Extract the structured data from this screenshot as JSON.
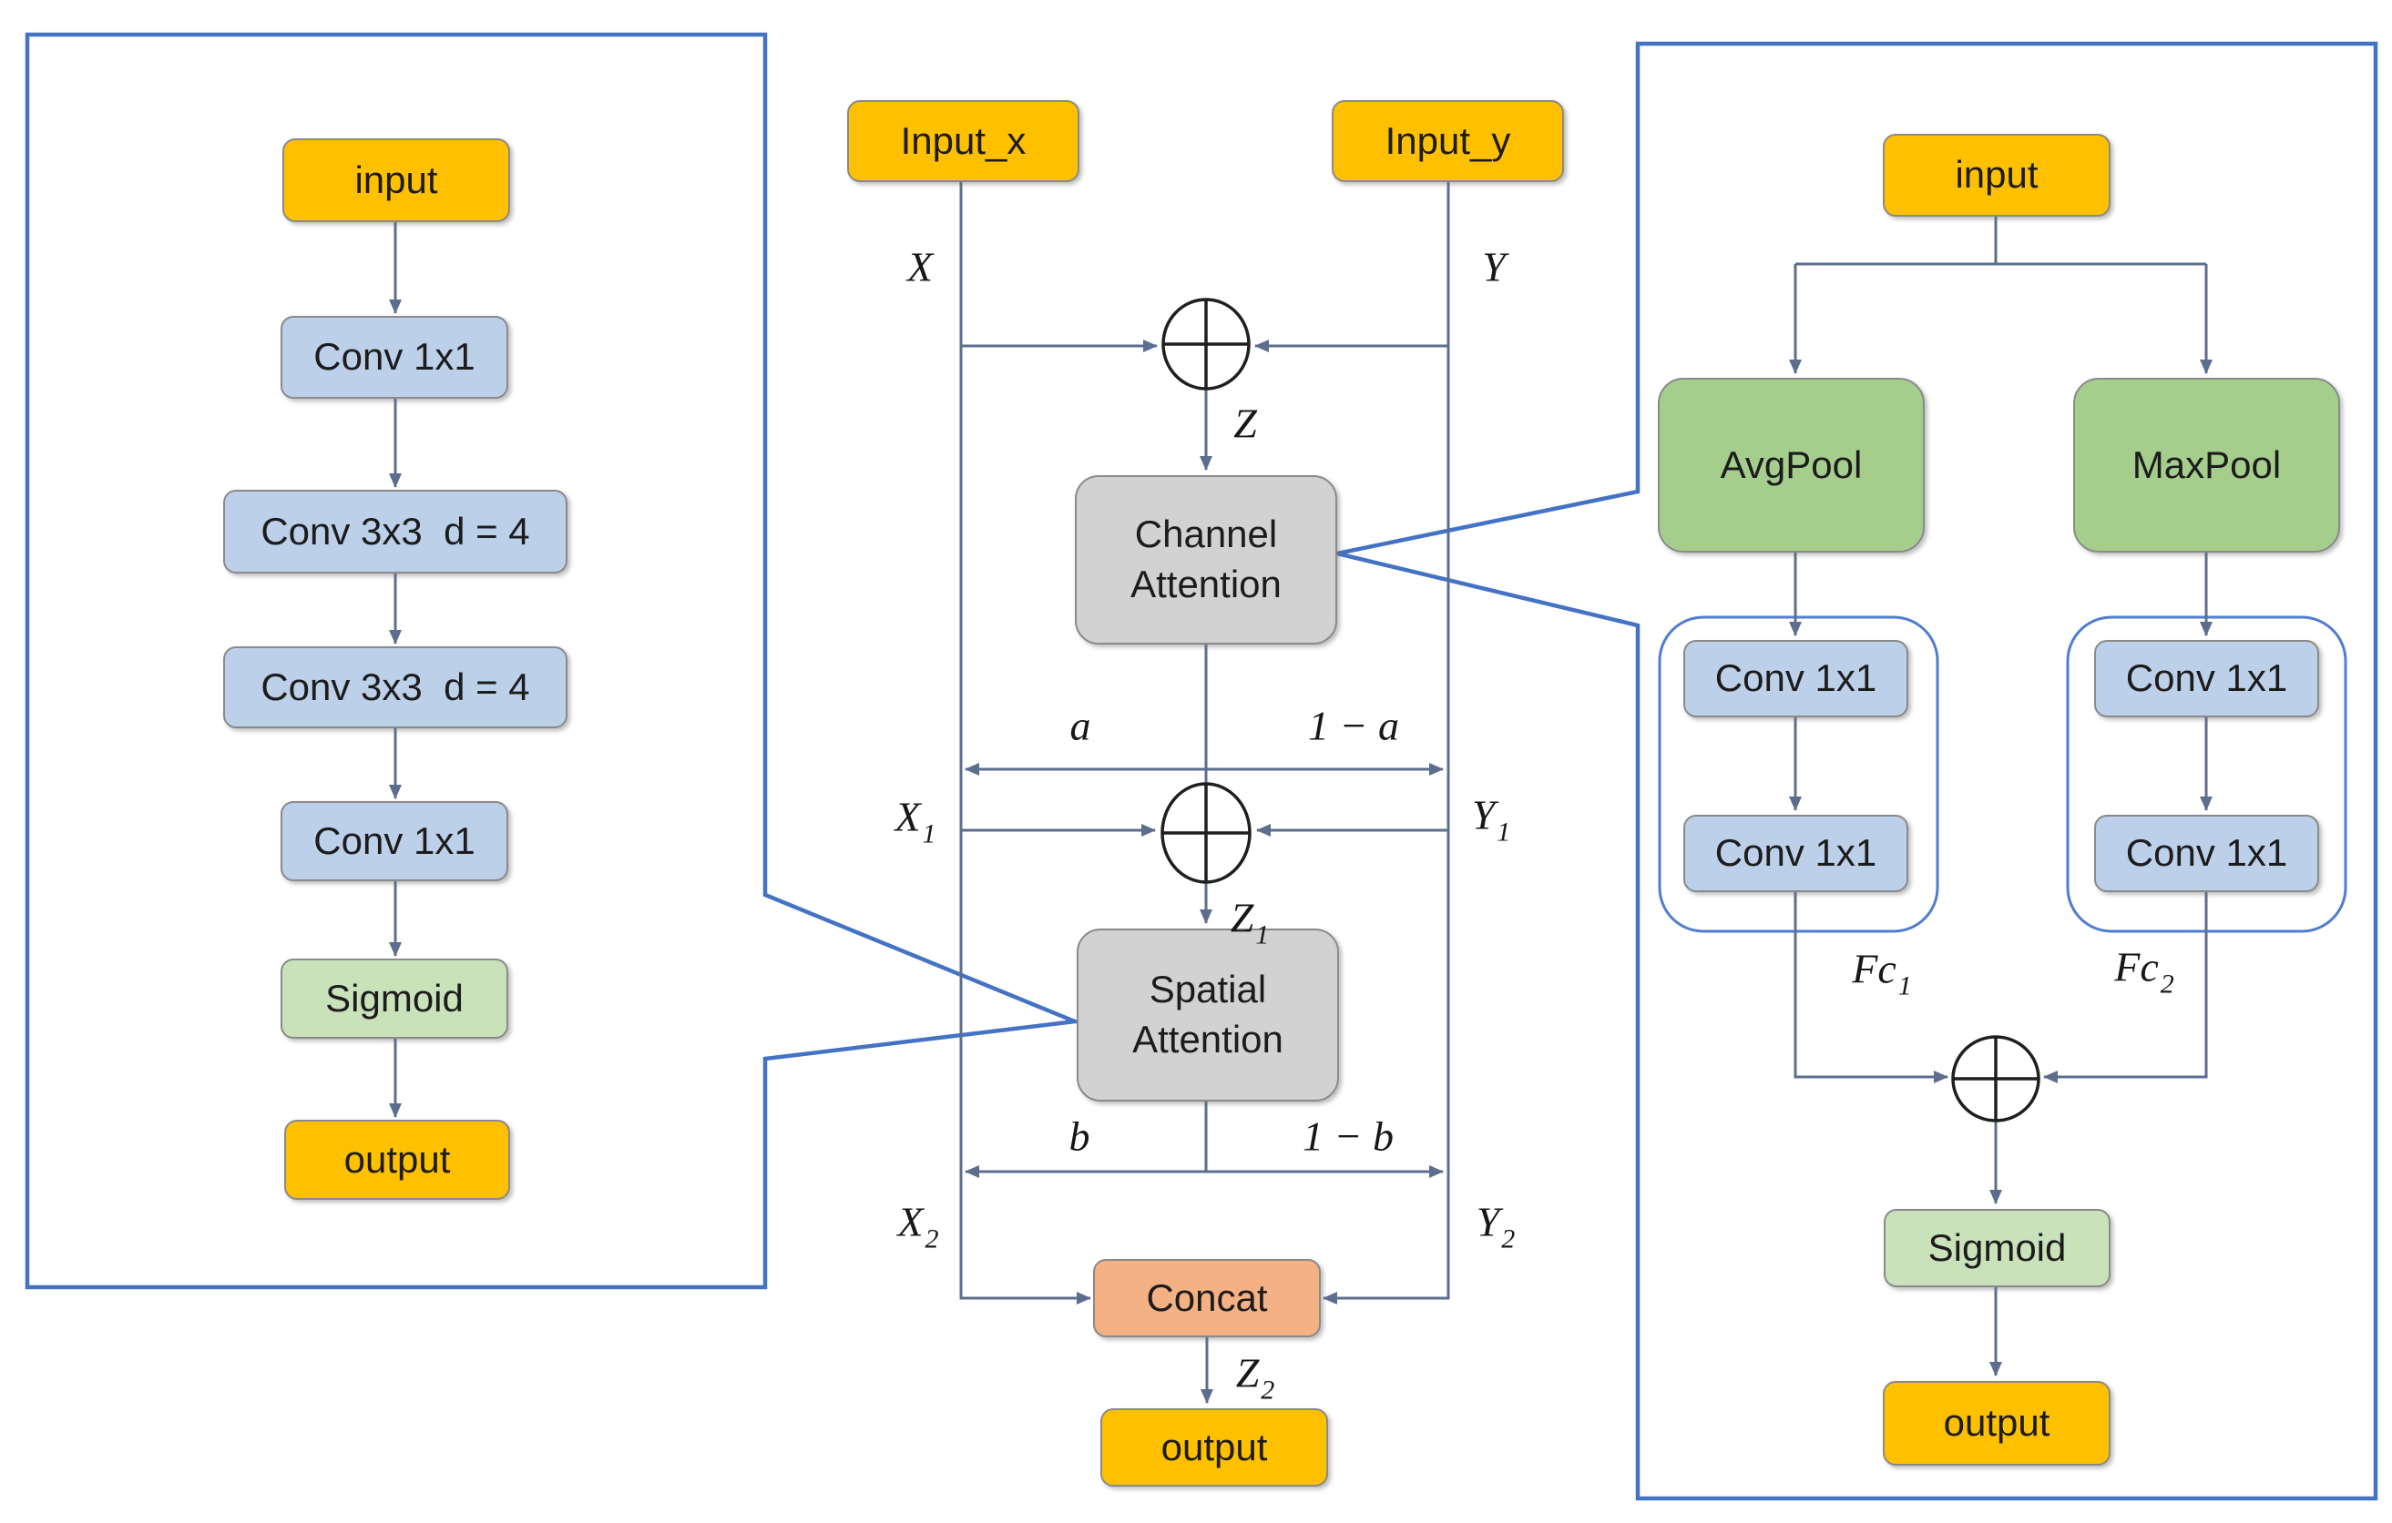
{
  "colors": {
    "panel-blue": "#4472c4",
    "container-blue": "#4f7dd0",
    "wire": "#5c6e8e",
    "node-orange": "#ffc000",
    "node-blue": "#bcd0ea",
    "node-green": "#a5ce8d",
    "node-green-light": "#c9e2ba",
    "node-gray": "#d2d2d2",
    "node-salmon": "#f4b183",
    "node-border": "#8a8a8a",
    "ink": "#1c1c1c"
  },
  "left_panel": {
    "input": "input",
    "conv1x1_a": "Conv 1x1",
    "conv3x3_a": "Conv 3x3  d = 4",
    "conv3x3_b": "Conv 3x3  d = 4",
    "conv1x1_b": "Conv 1x1",
    "sigmoid": "Sigmoid",
    "output": "output"
  },
  "middle": {
    "input_x": "Input_x",
    "input_y": "Input_y",
    "channel_attention": "Channel Attention",
    "spatial_attention": "Spatial Attention",
    "concat": "Concat",
    "output": "output",
    "math": {
      "x": "X",
      "y": "Y",
      "z": "Z",
      "a": "a",
      "one_minus_a": "1 − a",
      "b": "b",
      "one_minus_b": "1 − b",
      "x1": {
        "base": "X",
        "sub": "1"
      },
      "y1": {
        "base": "Y",
        "sub": "1"
      },
      "z1": {
        "base": "Z",
        "sub": "1"
      },
      "x2": {
        "base": "X",
        "sub": "2"
      },
      "y2": {
        "base": "Y",
        "sub": "2"
      },
      "z2": {
        "base": "Z",
        "sub": "2"
      }
    }
  },
  "right_panel": {
    "input": "input",
    "avgpool": "AvgPool",
    "maxpool": "MaxPool",
    "conv1x1_a1": "Conv 1x1",
    "conv1x1_a2": "Conv 1x1",
    "conv1x1_b1": "Conv 1x1",
    "conv1x1_b2": "Conv 1x1",
    "sigmoid": "Sigmoid",
    "output": "output",
    "math": {
      "fc1": {
        "base": "Fc",
        "sub": "1"
      },
      "fc2": {
        "base": "Fc",
        "sub": "2"
      }
    }
  }
}
